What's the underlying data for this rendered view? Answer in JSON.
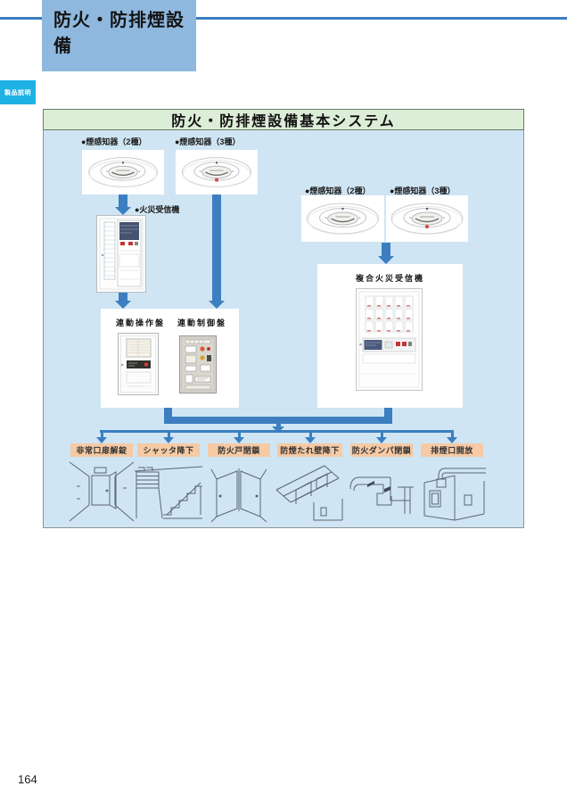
{
  "page_number": "164",
  "header": {
    "title": "防火・防排煙設備",
    "side_tab": "製品説明"
  },
  "diagram": {
    "title": "防火・防排煙設備基本システム",
    "labels": {
      "detector_left_1": "●煙感知器（2種）",
      "detector_left_2": "●煙感知器（3種）",
      "detector_right_1": "●煙感知器（2種）",
      "detector_right_2": "●煙感知器（3種）",
      "fire_receiver": "●火災受信機",
      "interlock_operation_panel": "連動操作盤",
      "interlock_control_panel": "連動制御盤",
      "composite_fire_receiver": "複合火災受信機"
    },
    "outputs": [
      "非常口扉解錠",
      "シャッタ降下",
      "防火戸閉鎖",
      "防煙たれ壁降下",
      "防火ダンパ閉鎖",
      "排煙口開放"
    ]
  },
  "colors": {
    "accent_blue": "#3c7ec0",
    "header_box": "#8fb8de",
    "tab_cyan": "#1fb1e4",
    "diagram_bg": "#cfe5f3",
    "title_bar_green": "#dcedd8",
    "output_label_bg": "#f6caa4"
  }
}
